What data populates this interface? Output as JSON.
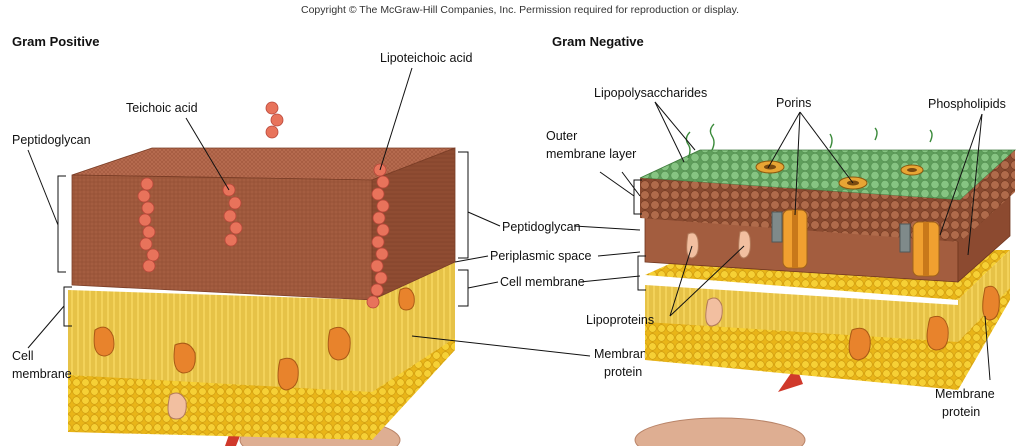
{
  "copyright": "Copyright © The McGraw-Hill Companies, Inc. Permission required for reproduction or display.",
  "panels": {
    "positive": {
      "title": "Gram Positive",
      "labels": {
        "peptidoglycan": "Peptidoglycan",
        "teichoic_acid": "Teichoic acid",
        "lipoteichoic_acid": "Lipoteichoic acid",
        "cell_membrane_line1": "Cell",
        "cell_membrane_line2": "membrane"
      }
    },
    "negative": {
      "title": "Gram Negative",
      "labels": {
        "lipopolysaccharides": "Lipopolysaccharides",
        "porins": "Porins",
        "phospholipids": "Phospholipids",
        "outer_membrane_line1": "Outer",
        "outer_membrane_line2": "membrane layer",
        "lipoproteins": "Lipoproteins",
        "membrane_protein_line1": "Membrane",
        "membrane_protein_line2": "protein"
      }
    },
    "shared": {
      "peptidoglycan": "Peptidoglycan",
      "periplasmic_space": "Periplasmic space",
      "cell_membrane": "Cell membrane",
      "membrane_protein_line1": "Membrane",
      "membrane_protein_line2": "protein"
    }
  },
  "colors": {
    "peptidoglycan_top": "#b56a4e",
    "peptidoglycan_front": "#a45d40",
    "peptidoglycan_side": "#8f4c32",
    "membrane": "#f2c21c",
    "membrane_head": "#f6d035",
    "membrane_protein": "#e8832c",
    "teichoic_bead": "#e8735b",
    "lps_bead": "#7fbf7a",
    "cell_body": "#deae92",
    "arrow": "#d0392b"
  }
}
